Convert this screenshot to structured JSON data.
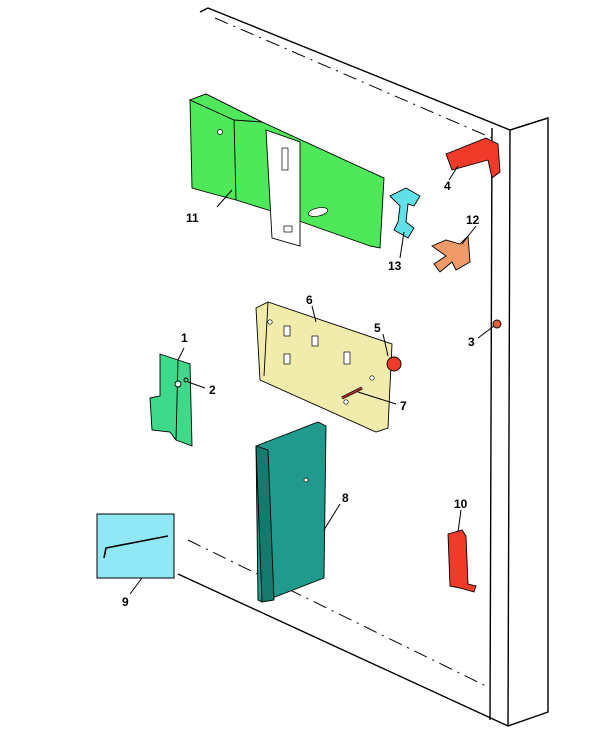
{
  "parts": [
    {
      "id": "part-1",
      "label": "1",
      "color": "#3fd98a"
    },
    {
      "id": "part-2",
      "label": "2",
      "color": "#3fd98a"
    },
    {
      "id": "part-3",
      "label": "3",
      "color": "#e8603a"
    },
    {
      "id": "part-4",
      "label": "4",
      "color": "#f03a2a"
    },
    {
      "id": "part-5",
      "label": "5",
      "color": "#f03a2a"
    },
    {
      "id": "part-6",
      "label": "6",
      "color": "#f2ecac"
    },
    {
      "id": "part-7",
      "label": "7",
      "color": "#b03030"
    },
    {
      "id": "part-8",
      "label": "8",
      "color": "#1f9a8c"
    },
    {
      "id": "part-9",
      "label": "9",
      "color": "#8fe8f4"
    },
    {
      "id": "part-10",
      "label": "10",
      "color": "#f03a2a"
    },
    {
      "id": "part-11",
      "label": "11",
      "color": "#4fe85a"
    },
    {
      "id": "part-12",
      "label": "12",
      "color": "#f09a6a"
    },
    {
      "id": "part-13",
      "label": "13",
      "color": "#62e0e8"
    }
  ],
  "colors": {
    "panel_stroke": "#000000",
    "background": "#ffffff"
  }
}
